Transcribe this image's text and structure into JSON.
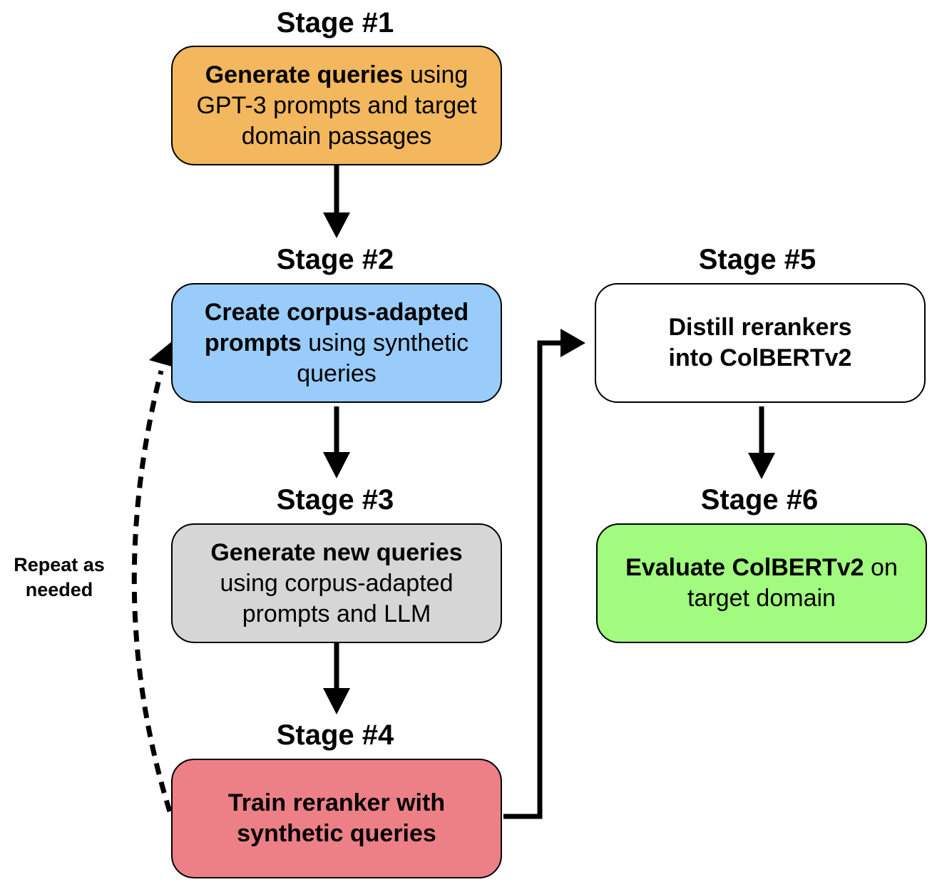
{
  "stages": [
    {
      "title": "Stage #1",
      "bold": "Generate queries",
      "rest": " using GPT-3 prompts and target domain passages",
      "color": "#f3b75d"
    },
    {
      "title": "Stage #2",
      "bold": "Create corpus-adapted prompts",
      "rest": " using synthetic queries",
      "color": "#99ccfa"
    },
    {
      "title": "Stage #3",
      "bold": "Generate new queries",
      "rest": " using corpus-adapted prompts and LLM",
      "color": "#d6d6d6"
    },
    {
      "title": "Stage #4",
      "bold": "Train reranker with synthetic queries",
      "rest": "",
      "color": "#ed8087"
    },
    {
      "title": "Stage #5",
      "bold": "Distill rerankers into ColBERTv2",
      "rest": "",
      "color": "#ffffff"
    },
    {
      "title": "Stage #6",
      "bold": "Evaluate ColBERTv2",
      "rest": " on target domain",
      "color": "#a0fb7e"
    }
  ],
  "repeat_label": "Repeat as needed"
}
